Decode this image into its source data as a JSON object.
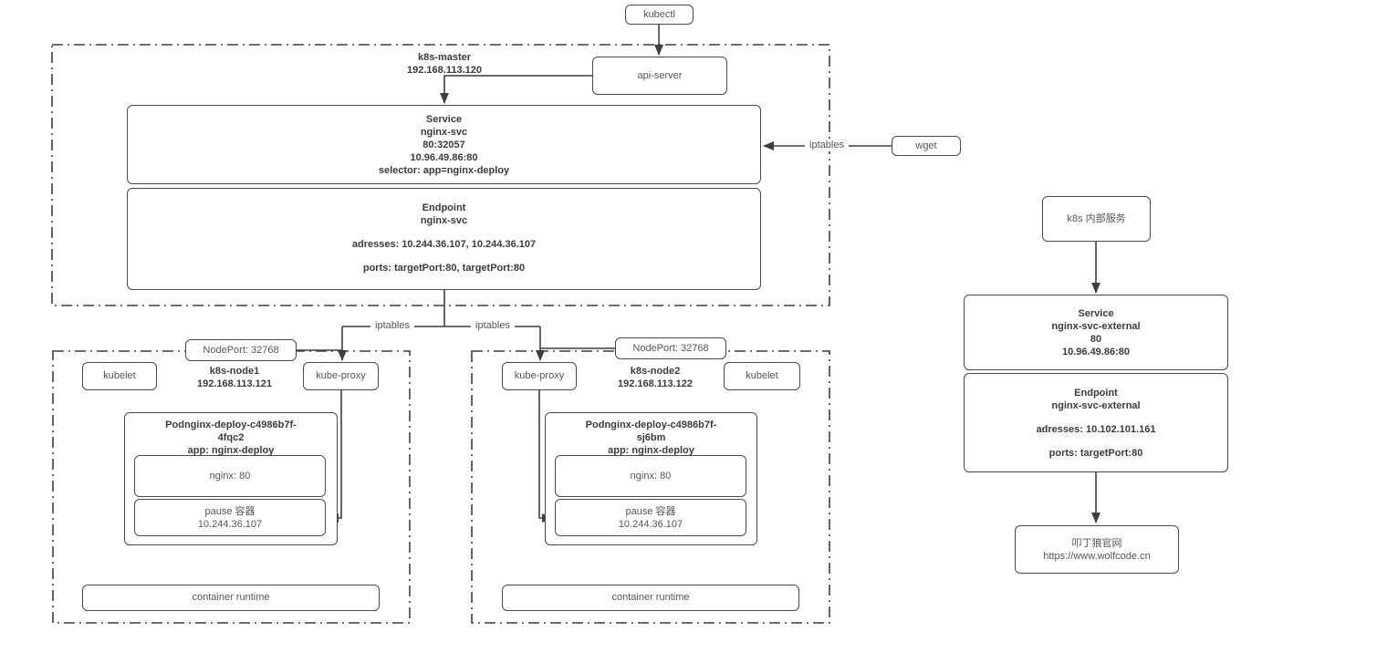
{
  "top": {
    "kubectl": "kubectl",
    "api_server": "api-server",
    "wget": "wget",
    "iptables": "iptables"
  },
  "master": {
    "name": "k8s-master",
    "ip": "192.168.113.120",
    "service": {
      "title": "Service",
      "name": "nginx-svc",
      "ports": "80:32057",
      "cluster_ip": "10.96.49.86:80",
      "selector": "selector: app=nginx-deploy"
    },
    "endpoint": {
      "title": "Endpoint",
      "name": "nginx-svc",
      "addresses": "adresses: 10.244.36.107, 10.244.36.107",
      "ports": "ports: targetPort:80, targetPort:80"
    },
    "iptables_left": "iptables",
    "iptables_right": "iptables"
  },
  "node1": {
    "nodeport": "NodePort: 32768",
    "kubelet": "kubelet",
    "name": "k8s-node1",
    "ip": "192.168.113.121",
    "kube_proxy": "kube-proxy",
    "pod": {
      "title1": "Podnginx-deploy-c4986b7f-",
      "title2": "4fqc2",
      "app": "app: nginx-deploy",
      "nginx": "nginx: 80",
      "pause": "pause 容器",
      "pause_ip": "10.244.36.107"
    },
    "container_runtime": "container runtime"
  },
  "node2": {
    "nodeport": "NodePort: 32768",
    "kubelet": "kubelet",
    "name": "k8s-node2",
    "ip": "192.168.113.122",
    "kube_proxy": "kube-proxy",
    "pod": {
      "title1": "Podnginx-deploy-c4986b7f-",
      "title2": "sj6bm",
      "app": "app: nginx-deploy",
      "nginx": "nginx: 80",
      "pause": "pause 容器",
      "pause_ip": "10.244.36.107"
    },
    "container_runtime": "container runtime"
  },
  "external": {
    "entry": "k8s 内部服务",
    "service": {
      "title": "Service",
      "name": "nginx-svc-external",
      "port": "80",
      "cluster_ip": "10.96.49.86:80"
    },
    "endpoint": {
      "title": "Endpoint",
      "name": "nginx-svc-external",
      "addresses": "adresses: 10.102.101.161",
      "ports": "ports: targetPort:80"
    },
    "site": {
      "name": "叩丁狼官网",
      "url": "https://www.wolfcode.cn"
    }
  }
}
